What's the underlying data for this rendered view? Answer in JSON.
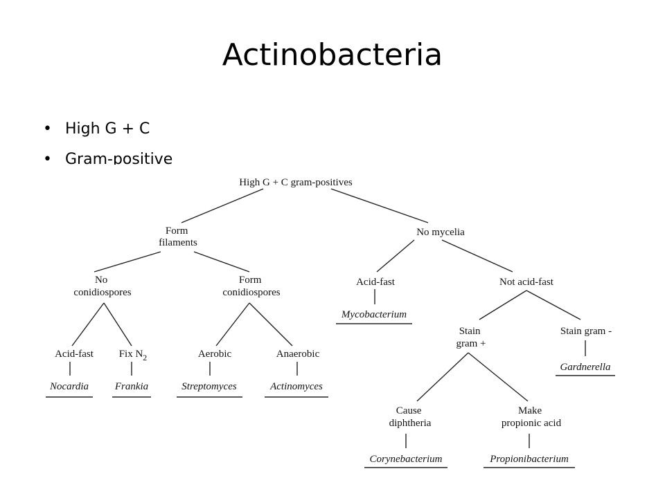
{
  "title": "Actinobacteria",
  "bullets": [
    "High G + C",
    "Gram-positive"
  ],
  "tree": {
    "root": "High G + C gram-positives",
    "form_filaments": [
      "Form",
      "filaments"
    ],
    "no_mycelia": "No mycelia",
    "no_conidiospores": [
      "No",
      "conidiospores"
    ],
    "form_conidiospores": [
      "Form",
      "conidiospores"
    ],
    "acid_fast_left": "Acid-fast",
    "fix_n2": "Fix N",
    "fix_n2_sub": "2",
    "aerobic": "Aerobic",
    "anaerobic": "Anaerobic",
    "nocardia": "Nocardia",
    "frankia": "Frankia",
    "streptomyces": "Streptomyces",
    "actinomyces": "Actinomyces",
    "acid_fast_right": "Acid-fast",
    "not_acid_fast": "Not acid-fast",
    "mycobacterium": "Mycobacterium",
    "stain_gram_pos": [
      "Stain",
      "gram +"
    ],
    "stain_gram_neg": "Stain gram -",
    "gardnerella": "Gardnerella",
    "cause_diphtheria": [
      "Cause",
      "diphtheria"
    ],
    "make_propionic": [
      "Make",
      "propionic acid"
    ],
    "corynebacterium": "Corynebacterium",
    "propionibacterium": "Propionibacterium"
  }
}
